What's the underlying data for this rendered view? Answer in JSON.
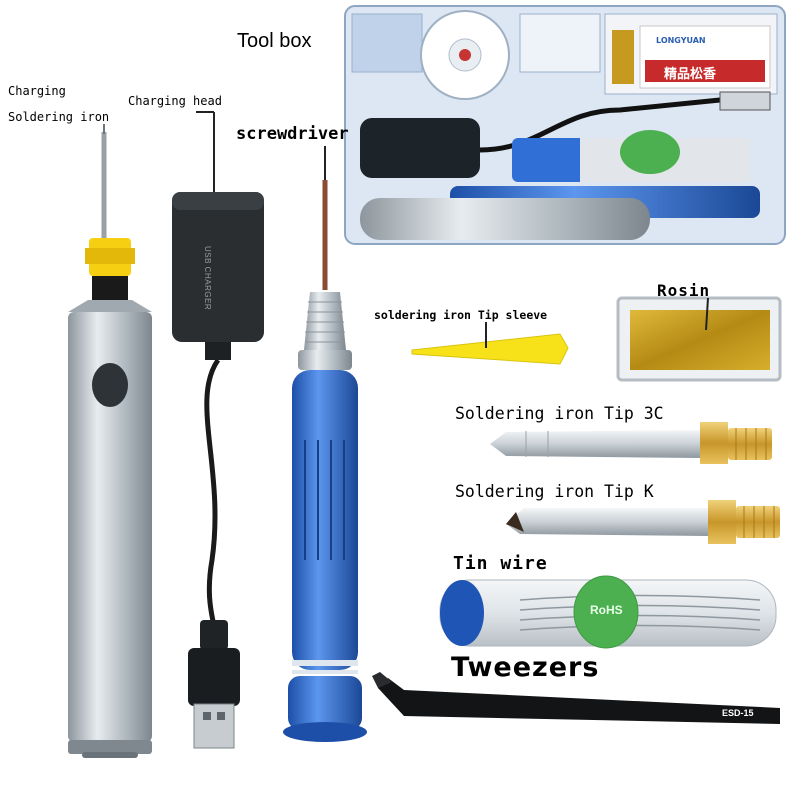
{
  "labels": {
    "charging_soldering_iron_line1": "Charging",
    "charging_soldering_iron_line2": "Soldering iron",
    "charging_head": "Charging head",
    "screwdriver": "screwdriver",
    "tool_box": "Tool box",
    "tip_sleeve": "soldering iron Tip sleeve",
    "rosin": "Rosin",
    "tip_3c": "Soldering iron Tip 3C",
    "tip_k": "Soldering iron Tip K",
    "tin_wire": "Tin wire",
    "tweezers": "Tweezers"
  },
  "product_text": {
    "tweezers_model": "ESD-15",
    "usb_charger": "USB CHARGER",
    "rohs": "RoHS",
    "box_brand": "LONGYUAN",
    "box_rosin": "精品松香"
  },
  "colors": {
    "handle_blue": "#2f6fd6",
    "iron_silver": "#b9c2c9",
    "gold": "#d7a834",
    "sleeve_yellow": "#f7e21a",
    "rosin_amber": "#c9a21c",
    "tin_green": "#4caf50",
    "box_clear": "#dbe6f2"
  }
}
